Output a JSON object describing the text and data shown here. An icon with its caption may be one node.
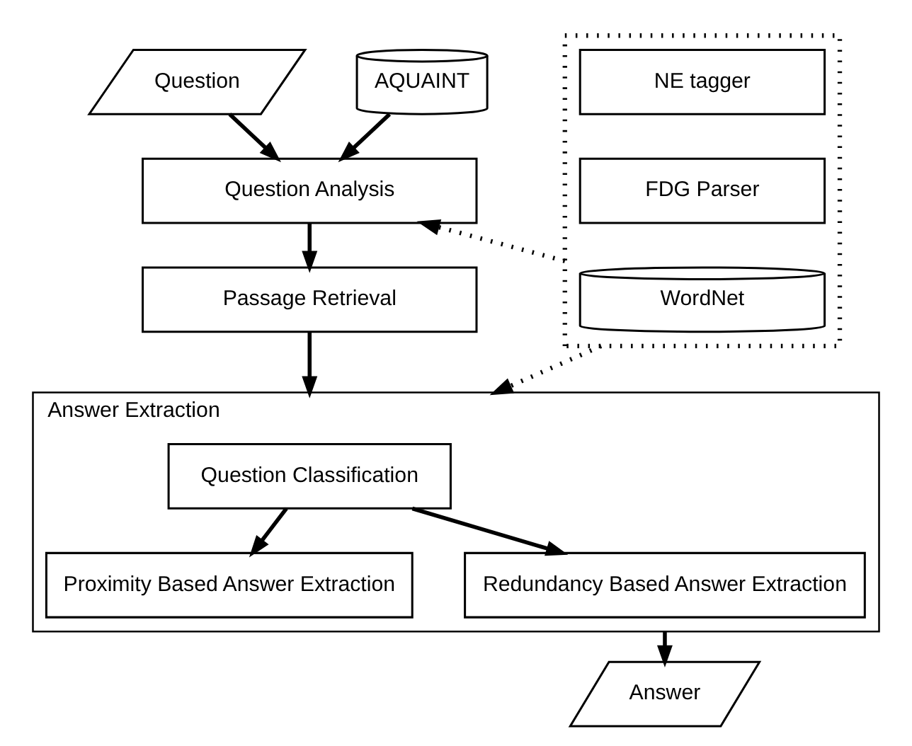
{
  "diagram": {
    "nodes": [
      {
        "text": [
          "Question"
        ]
      },
      {
        "text": [
          "AQUAINT"
        ]
      },
      {
        "text": [],
        "shape": "box"
      },
      {
        "text": [
          "NE tagger"
        ],
        "in": 2
      },
      {
        "text": [
          "FDG Parser"
        ],
        "in": 2
      },
      {
        "text": [
          "WordNet"
        ],
        "in": 2
      },
      {
        "text": [
          "Question Analysis"
        ]
      },
      {
        "text": [
          "Passage Retrieval"
        ]
      },
      {
        "text": [
          "Answer Extraction"
        ]
      },
      {
        "text": [
          "Question Classification"
        ],
        "in": 8
      },
      {
        "text": [
          "Proximity Based Answer Extraction"
        ],
        "in": 8
      },
      {
        "text": [
          "Redundancy Based Answer Extraction"
        ],
        "in": 8
      },
      {
        "text": [
          "Answer"
        ]
      }
    ],
    "edges": [
      {
        "from": 0,
        "to": 6,
        "arrow": "to"
      },
      {
        "from": 1,
        "to": 6,
        "arrow": "to"
      },
      {
        "from": 2,
        "to": 6,
        "arrow": "to",
        "style": "dashed"
      },
      {
        "from": 6,
        "to": 7,
        "arrow": "to"
      },
      {
        "from": 7,
        "to": 8,
        "arrow": "to"
      },
      {
        "from": 9,
        "to": 10,
        "arrow": "to"
      },
      {
        "from": 9,
        "to": 11,
        "arrow": "to"
      },
      {
        "from": 2,
        "to": 8,
        "arrow": "to",
        "style": "dashed"
      },
      {
        "from": 8,
        "to": 12,
        "arrow": "to"
      }
    ]
  }
}
